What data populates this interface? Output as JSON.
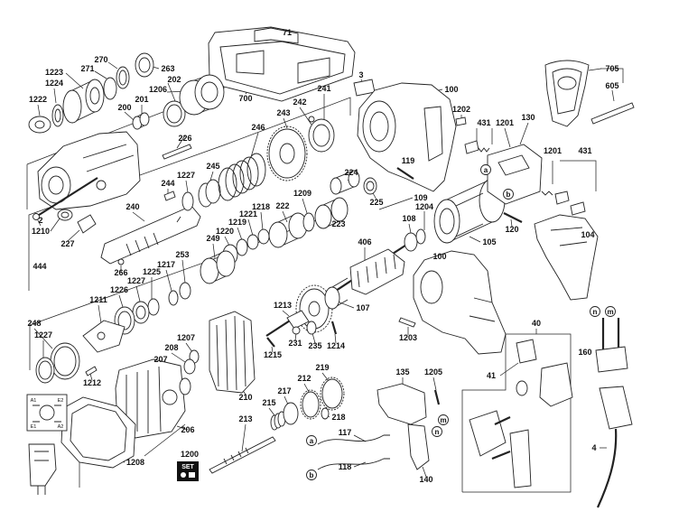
{
  "callouts": [
    "71",
    "700",
    "3",
    "100",
    "705",
    "605",
    "1223",
    "1224",
    "1222",
    "271",
    "270",
    "263",
    "202",
    "1206",
    "201",
    "200",
    "226",
    "241",
    "242",
    "243",
    "246",
    "1202",
    "431",
    "1201",
    "130",
    "119",
    "224",
    "225",
    "109",
    "1204",
    "108",
    "1209",
    "222",
    "223",
    "1218",
    "1221",
    "1219",
    "1220",
    "249",
    "1201",
    "431",
    "105",
    "104",
    "120",
    "2",
    "1210",
    "227",
    "240",
    "244",
    "1227",
    "245",
    "406",
    "100",
    "444",
    "266",
    "1225",
    "1217",
    "253",
    "1227",
    "1226",
    "1211",
    "1213",
    "107",
    "231",
    "235",
    "1214",
    "1203",
    "248",
    "1227",
    "1207",
    "208",
    "207",
    "1215",
    "1212",
    "210",
    "219",
    "212",
    "217",
    "215",
    "218",
    "213",
    "206",
    "1200",
    "1208",
    "135",
    "1205",
    "117",
    "118",
    "140",
    "40",
    "41",
    "160",
    "4"
  ],
  "markers": [
    "a",
    "b",
    "m",
    "n",
    "n",
    "m",
    "a",
    "b"
  ],
  "set_badge": {
    "text": "SET"
  },
  "schematic": {
    "labels": [
      "A1",
      "E2",
      "E1",
      "A2"
    ]
  },
  "colors": {
    "ink": "#222222",
    "paper": "#ffffff",
    "badge": "#111111"
  }
}
